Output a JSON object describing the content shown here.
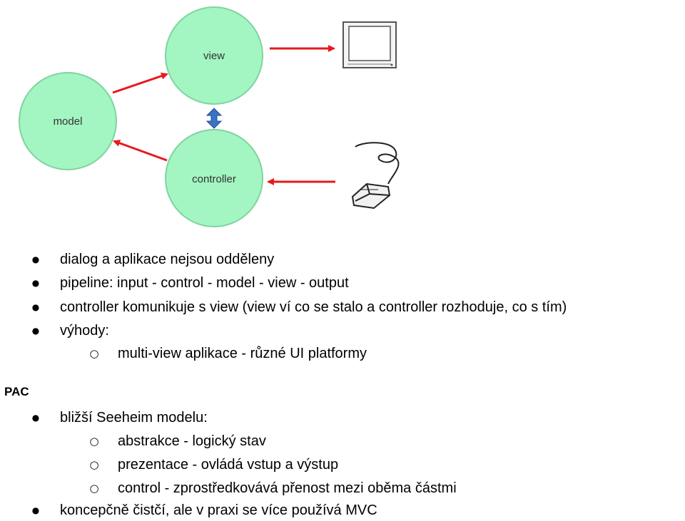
{
  "diagram": {
    "nodes": {
      "model": "model",
      "view": "view",
      "controller": "controller"
    },
    "colors": {
      "node_fill": "#a3f5c2",
      "node_stroke": "#7fd4a0",
      "arrow": "#e8191d",
      "double_arrow": "#3a73c4"
    },
    "icons": [
      "monitor-icon",
      "mouse-icon"
    ]
  },
  "list1": [
    {
      "text": "dialog a aplikace nejsou odděleny",
      "marker": "●"
    },
    {
      "text": "pipeline: input - control - model - view - output",
      "marker": "●"
    },
    {
      "text": "controller komunikuje s view (view ví co se stalo a controller rozhoduje, co s tím)",
      "marker": "●"
    },
    {
      "text": "výhody:",
      "marker": "●"
    },
    {
      "text": "multi-view aplikace - různé UI platformy",
      "marker": "○"
    }
  ],
  "heading": "PAC",
  "list2": [
    {
      "text": "bližší Seeheim modelu:",
      "marker": "●"
    },
    {
      "text": "abstrakce - logický stav",
      "marker": "○"
    },
    {
      "text": "prezentace - ovládá vstup a výstup",
      "marker": "○"
    },
    {
      "text": "control - zprostředkovává přenost mezi oběma částmi",
      "marker": "○"
    },
    {
      "text": "koncepčně čistčí, ale v praxi se více používá MVC",
      "marker": "●"
    }
  ]
}
